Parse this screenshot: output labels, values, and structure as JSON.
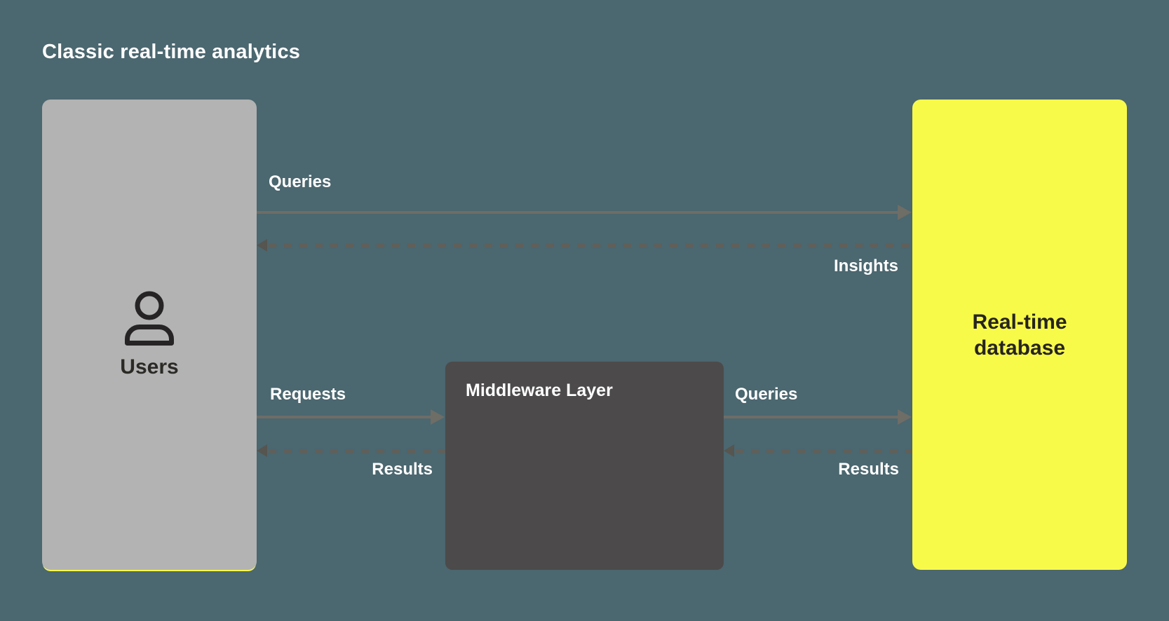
{
  "title": "Classic real-time analytics",
  "nodes": {
    "users": {
      "label": "Users",
      "icon": "person-icon",
      "color": "#b3b3b3"
    },
    "middleware": {
      "label": "Middleware Layer",
      "color": "#4c4a4a"
    },
    "database": {
      "label": "Real-time database",
      "color": "#f8fa4a"
    }
  },
  "edges": {
    "top_queries": {
      "label": "Queries",
      "style": "solid",
      "direction": "right",
      "from": "users",
      "to": "database"
    },
    "top_insights": {
      "label": "Insights",
      "style": "dashed",
      "direction": "left",
      "from": "database",
      "to": "users"
    },
    "left_requests": {
      "label": "Requests",
      "style": "solid",
      "direction": "right",
      "from": "users",
      "to": "middleware"
    },
    "left_results": {
      "label": "Results",
      "style": "dashed",
      "direction": "left",
      "from": "middleware",
      "to": "users"
    },
    "right_queries": {
      "label": "Queries",
      "style": "solid",
      "direction": "right",
      "from": "middleware",
      "to": "database"
    },
    "right_results": {
      "label": "Results",
      "style": "dashed",
      "direction": "left",
      "from": "database",
      "to": "middleware"
    }
  },
  "colors": {
    "background": "#4b6770",
    "solid_arrow": "#6e6d66",
    "dashed_arrow": "#605f59",
    "dark_text": "#2b2a26",
    "light_text": "#ffffff",
    "accent_yellow": "#f8fa4a"
  }
}
